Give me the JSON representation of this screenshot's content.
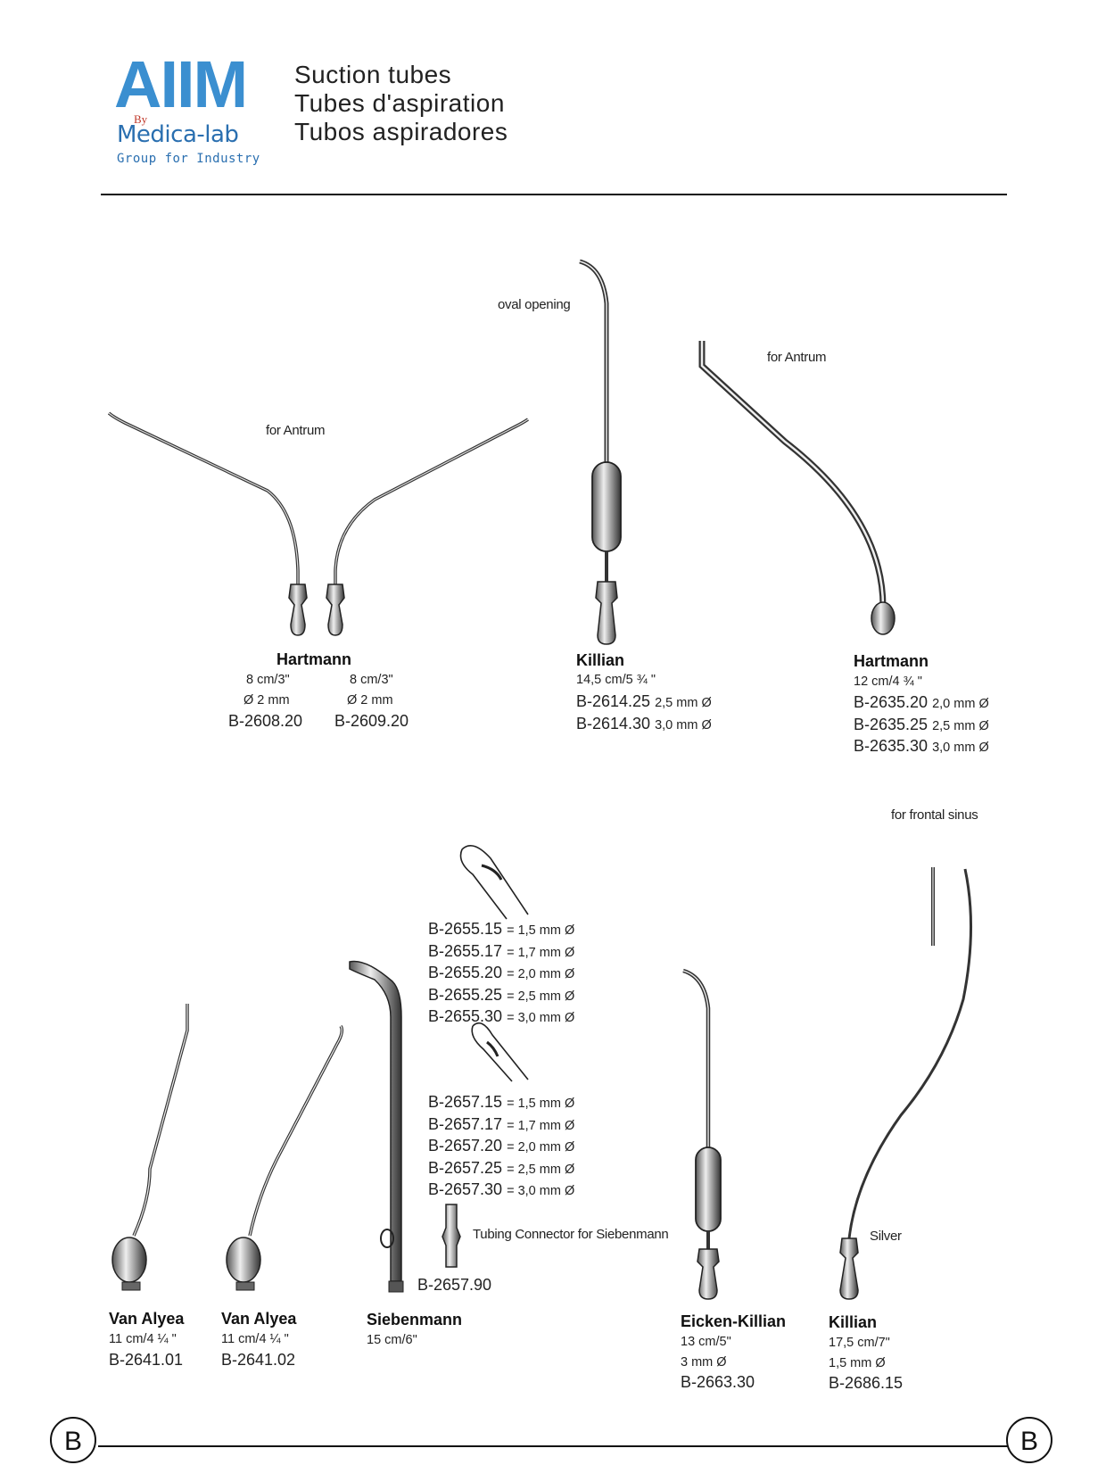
{
  "header": {
    "logo_main": "AIIM",
    "logo_by": "By",
    "logo_company": "Medica-lab",
    "logo_tagline": "Group for Industry",
    "title_en": "Suction tubes",
    "title_fr": "Tubes d'aspiration",
    "title_es": "Tubos aspiradores"
  },
  "products": {
    "hartmann_small": {
      "note": "for Antrum",
      "name": "Hartmann",
      "left": {
        "length": "8 cm/3\"",
        "diameter": "Ø 2 mm",
        "code": "B-2608.20"
      },
      "right": {
        "length": "8 cm/3\"",
        "diameter": "Ø 2 mm",
        "code": "B-2609.20"
      }
    },
    "killian_1": {
      "note": "oval opening",
      "name": "Killian",
      "length": "14,5 cm/5 ¾ \"",
      "codes": [
        {
          "code": "B-2614.25",
          "size": "2,5 mm Ø"
        },
        {
          "code": "B-2614.30",
          "size": "3,0 mm Ø"
        }
      ]
    },
    "hartmann_large": {
      "note": "for Antrum",
      "name": "Hartmann",
      "length": "12 cm/4 ¾ \"",
      "codes": [
        {
          "code": "B-2635.20",
          "size": "2,0 mm Ø"
        },
        {
          "code": "B-2635.25",
          "size": "2,5 mm Ø"
        },
        {
          "code": "B-2635.30",
          "size": "3,0 mm Ø"
        }
      ]
    },
    "tips_2655": [
      {
        "code": "B-2655.15",
        "size": "= 1,5 mm Ø"
      },
      {
        "code": "B-2655.17",
        "size": "= 1,7 mm Ø"
      },
      {
        "code": "B-2655.20",
        "size": "= 2,0 mm Ø"
      },
      {
        "code": "B-2655.25",
        "size": "= 2,5 mm Ø"
      },
      {
        "code": "B-2655.30",
        "size": "= 3,0 mm Ø"
      }
    ],
    "tips_2657": [
      {
        "code": "B-2657.15",
        "size": "= 1,5 mm Ø"
      },
      {
        "code": "B-2657.17",
        "size": "= 1,7 mm Ø"
      },
      {
        "code": "B-2657.20",
        "size": "= 2,0 mm Ø"
      },
      {
        "code": "B-2657.25",
        "size": "= 2,5 mm Ø"
      },
      {
        "code": "B-2657.30",
        "size": "= 3,0 mm Ø"
      }
    ],
    "connector": {
      "label": "Tubing Connector for Siebenmann",
      "code": "B-2657.90"
    },
    "van_alyea_1": {
      "name": "Van Alyea",
      "length": "11 cm/4 ¼ \"",
      "code": "B-2641.01"
    },
    "van_alyea_2": {
      "name": "Van Alyea",
      "length": "11 cm/4 ¼ \"",
      "code": "B-2641.02"
    },
    "siebenmann": {
      "name": "Siebenmann",
      "length": "15 cm/6\""
    },
    "eicken_killian": {
      "name": "Eicken-Killian",
      "length": "13 cm/5\"",
      "diameter": "3 mm Ø",
      "code": "B-2663.30"
    },
    "killian_2": {
      "note": "for frontal sinus",
      "silver_note": "Silver",
      "name": "Killian",
      "length": "17,5 cm/7\"",
      "diameter": "1,5 mm Ø",
      "code": "B-2686.15"
    }
  },
  "footer": {
    "left_letter": "B",
    "right_letter": "B"
  }
}
